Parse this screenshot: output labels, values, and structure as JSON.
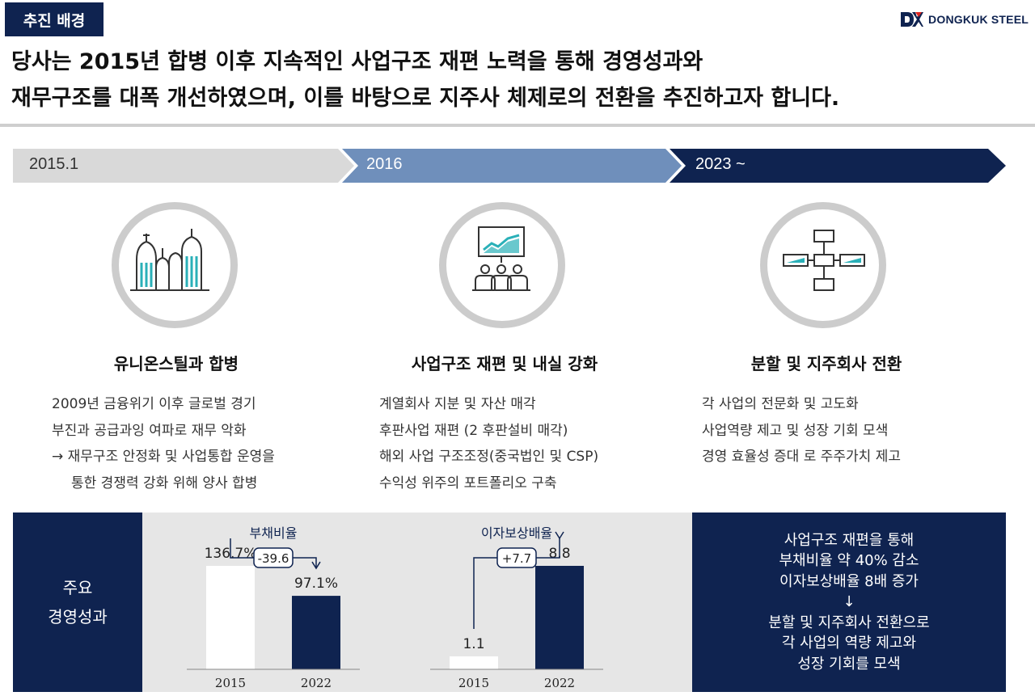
{
  "header": {
    "section_tag": "추진 배경",
    "brand_name": "DONGKUK STEEL",
    "headline_line1": "당사는 2015년 합병 이후 지속적인 사업구조 재편 노력을 통해 경영성과와",
    "headline_line2": "재무구조를 대폭 개선하였으며, 이를 바탕으로 지주사 체제로의 전환을 추진하고자 합니다."
  },
  "timeline": [
    "2015.1",
    "2016",
    "2023 ~"
  ],
  "timeline_colors": [
    "#d9d9d9",
    "#6f8fbb",
    "#0f2350"
  ],
  "columns": [
    {
      "icon": "city-buildings-icon",
      "title": "유니온스틸과 합병",
      "lines": [
        "2009년 금융위기 이후 글로벌 경기",
        "부진과 공급과잉 여파로 재무 악화",
        "→ 재무구조 안정화 및 사업통합 운영을",
        "통한 경쟁력 강화 위해 양사 합병"
      ]
    },
    {
      "icon": "presentation-meeting-icon",
      "title": "사업구조 재편 및 내실 강화",
      "lines": [
        "계열회사 지분 및 자산 매각",
        "후판사업 재편 (2 후판설비 매각)",
        "해외 사업 구조조정(중국법인 및 CSP)",
        "수익성 위주의 포트폴리오 구축"
      ]
    },
    {
      "icon": "org-chart-icon",
      "title": "분할 및 지주회사 전환",
      "lines": [
        "각 사업의 전문화 및 고도화",
        "사업역량 제고 및 성장 기회 모색",
        "경영 효율성 증대 로  주주가치  제고"
      ]
    }
  ],
  "performance": {
    "label_line1": "주요",
    "label_line2": "경영성과",
    "summary_lines": [
      "사업구조 재편을 통해",
      "부채비율 약 40% 감소",
      "이자보상배율 8배 증가",
      "↓",
      "분할 및 지주회사 전환으로",
      "각 사업의 역량 제고와",
      "성장 기회를 모색"
    ]
  },
  "colors": {
    "navy": "#0f2350",
    "teal": "#2ab0b8",
    "grey": "#cccccc"
  },
  "chart_data": [
    {
      "type": "bar",
      "title": "부채비율",
      "categories": [
        "2015",
        "2022"
      ],
      "values": [
        136.7,
        97.1
      ],
      "value_labels": [
        "136.7%",
        "97.1%"
      ],
      "change_label": "-39.6",
      "bar_colors": [
        "#ffffff",
        "#0f2350"
      ]
    },
    {
      "type": "bar",
      "title": "이자보상배율",
      "categories": [
        "2015",
        "2022"
      ],
      "values": [
        1.1,
        8.8
      ],
      "value_labels": [
        "1.1",
        "8.8"
      ],
      "change_label": "+7.7",
      "bar_colors": [
        "#ffffff",
        "#0f2350"
      ]
    }
  ]
}
